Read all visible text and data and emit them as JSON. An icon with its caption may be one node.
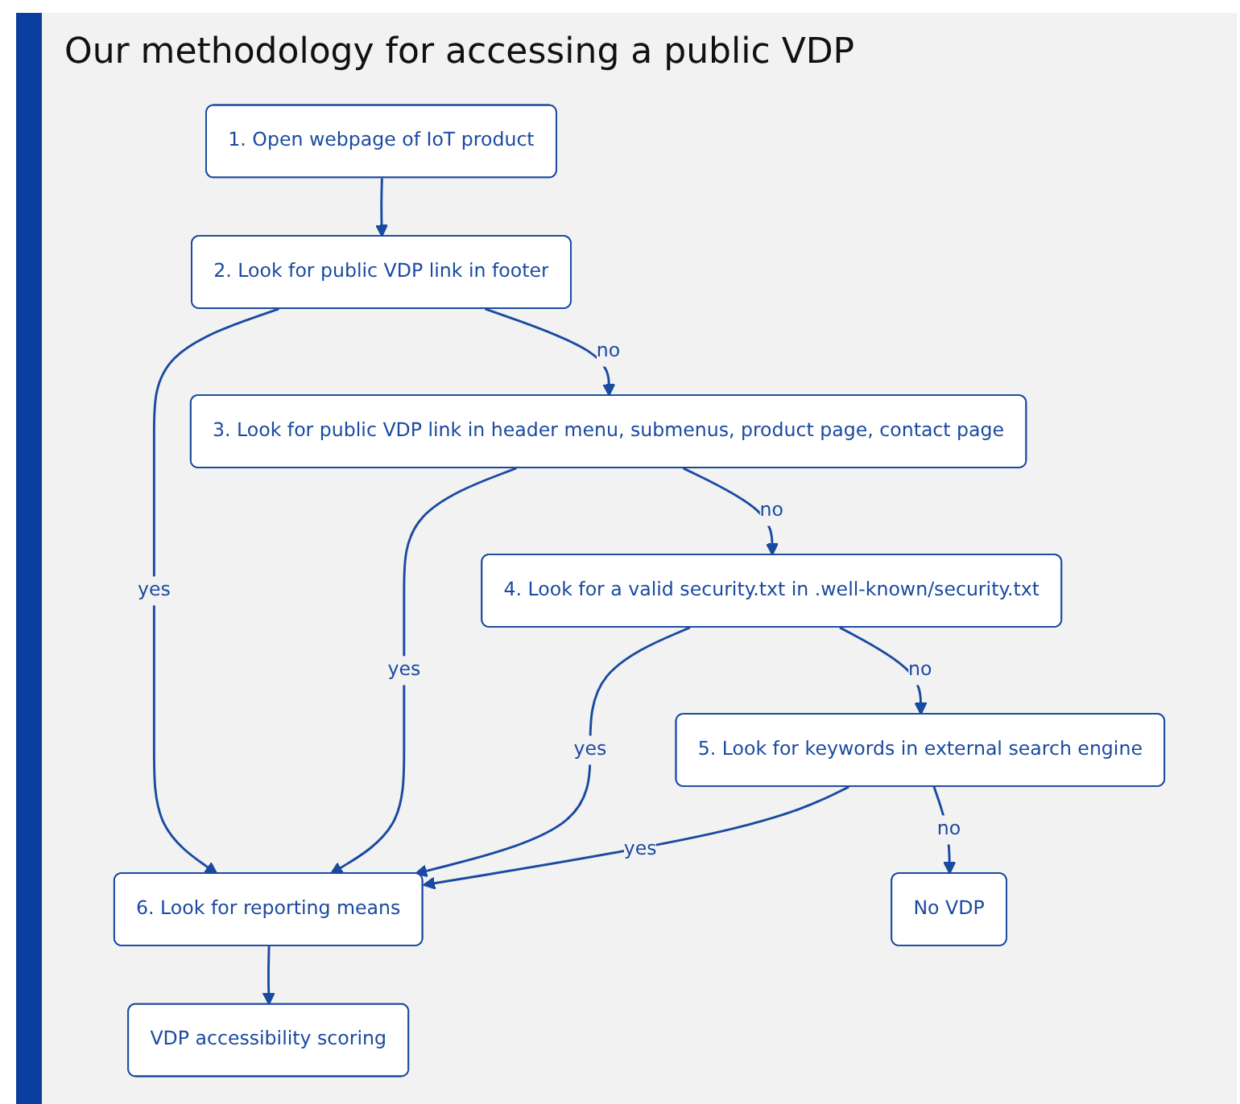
{
  "diagram": {
    "title": "Our methodology for accessing a public VDP",
    "nodes": [
      {
        "text": [
          "1. Open webpage of IoT product"
        ]
      },
      {
        "text": [
          "2. Look for public VDP link in footer"
        ]
      },
      {
        "text": [
          "3. Look for public VDP link in header menu, submenus, product page, contact page"
        ]
      },
      {
        "text": [
          "4. Look for a valid security.txt in .well-known/security.txt"
        ]
      },
      {
        "text": [
          "5. Look for keywords in external search engine"
        ]
      },
      {
        "text": [
          "6. Look for reporting means"
        ]
      },
      {
        "text": [
          "No VDP"
        ]
      },
      {
        "text": [
          "VDP accessibility scoring"
        ]
      }
    ],
    "edges": [
      {
        "from": 0,
        "to": 1,
        "arrow": "to"
      },
      {
        "from": 1,
        "to": 2,
        "arrow": "to",
        "label": "no"
      },
      {
        "from": 1,
        "to": 5,
        "arrow": "to",
        "label": "yes"
      },
      {
        "from": 2,
        "to": 3,
        "arrow": "to",
        "label": "no"
      },
      {
        "from": 2,
        "to": 5,
        "arrow": "to",
        "label": "yes"
      },
      {
        "from": 3,
        "to": 4,
        "arrow": "to",
        "label": "no"
      },
      {
        "from": 3,
        "to": 5,
        "arrow": "to",
        "label": "yes"
      },
      {
        "from": 4,
        "to": 5,
        "arrow": "to",
        "label": "yes"
      },
      {
        "from": 4,
        "to": 6,
        "arrow": "to",
        "label": "no"
      },
      {
        "from": 5,
        "to": 7,
        "arrow": "to"
      }
    ]
  }
}
